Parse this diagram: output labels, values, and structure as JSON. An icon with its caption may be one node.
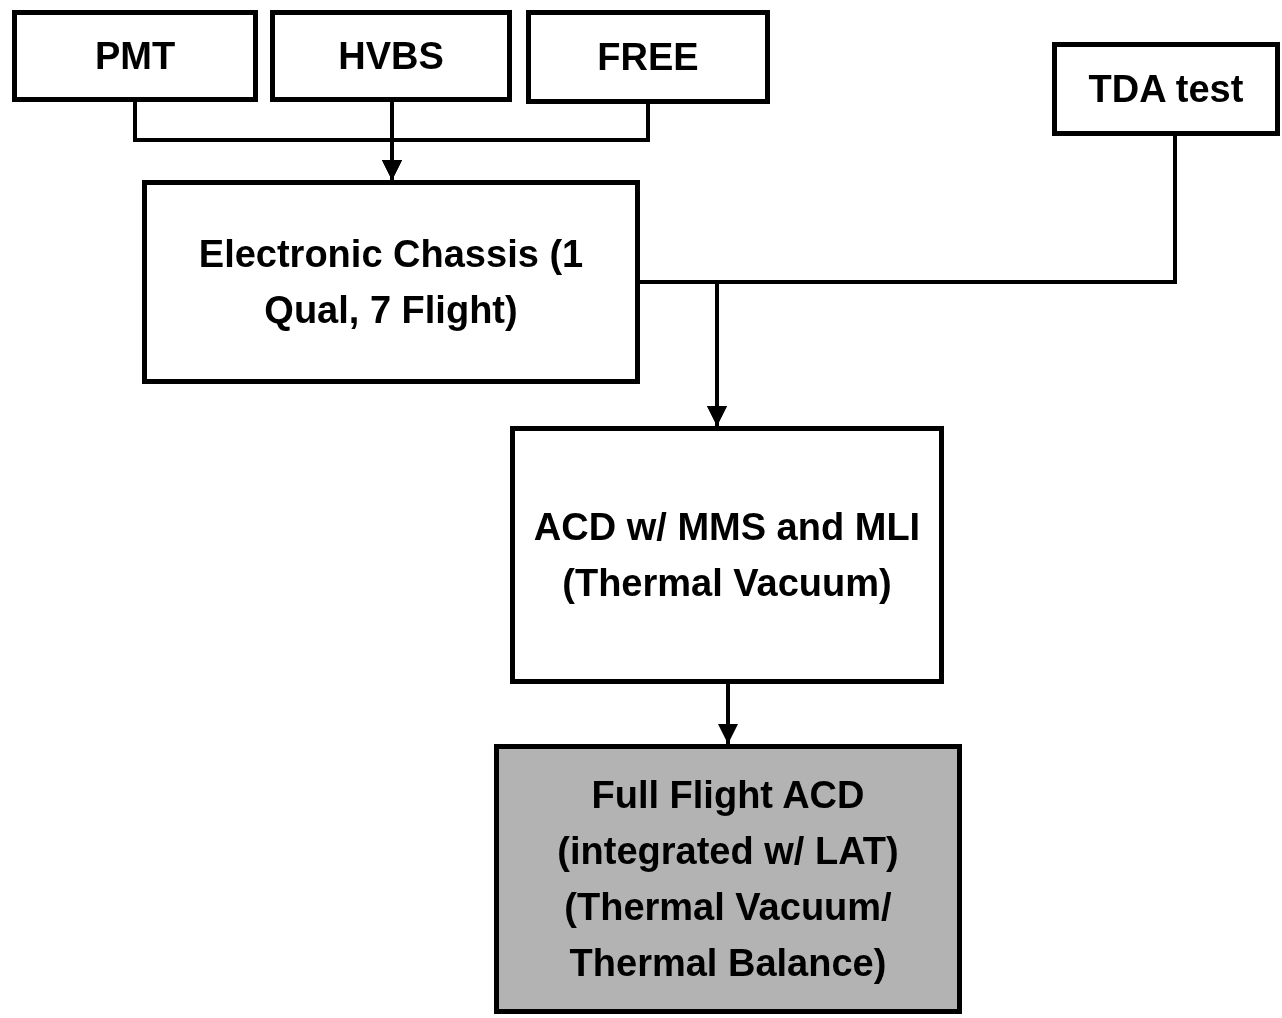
{
  "diagram": {
    "nodes": [
      {
        "text": [
          "PMT"
        ]
      },
      {
        "text": [
          "HVBS"
        ]
      },
      {
        "text": [
          "FREE"
        ]
      },
      {
        "text": [
          "TDA test"
        ]
      },
      {
        "text": [
          "Electronic Chassis (1 Qual, 7 Flight)"
        ]
      },
      {
        "text": [
          "ACD w/ MMS and MLI (Thermal Vacuum)"
        ]
      },
      {
        "text": [
          "Full Flight ACD (integrated w/ LAT) (Thermal Vacuum/ Thermal Balance)"
        ]
      }
    ],
    "edges": [
      {
        "from": 0,
        "to": 4,
        "arrow": "to"
      },
      {
        "from": 1,
        "to": 4,
        "arrow": "to"
      },
      {
        "from": 2,
        "to": 4,
        "arrow": "to"
      },
      {
        "from": 4,
        "to": 5,
        "arrow": "to"
      },
      {
        "from": 3,
        "to": 5,
        "arrow": "to"
      },
      {
        "from": 5,
        "to": 6,
        "arrow": "to"
      }
    ]
  }
}
